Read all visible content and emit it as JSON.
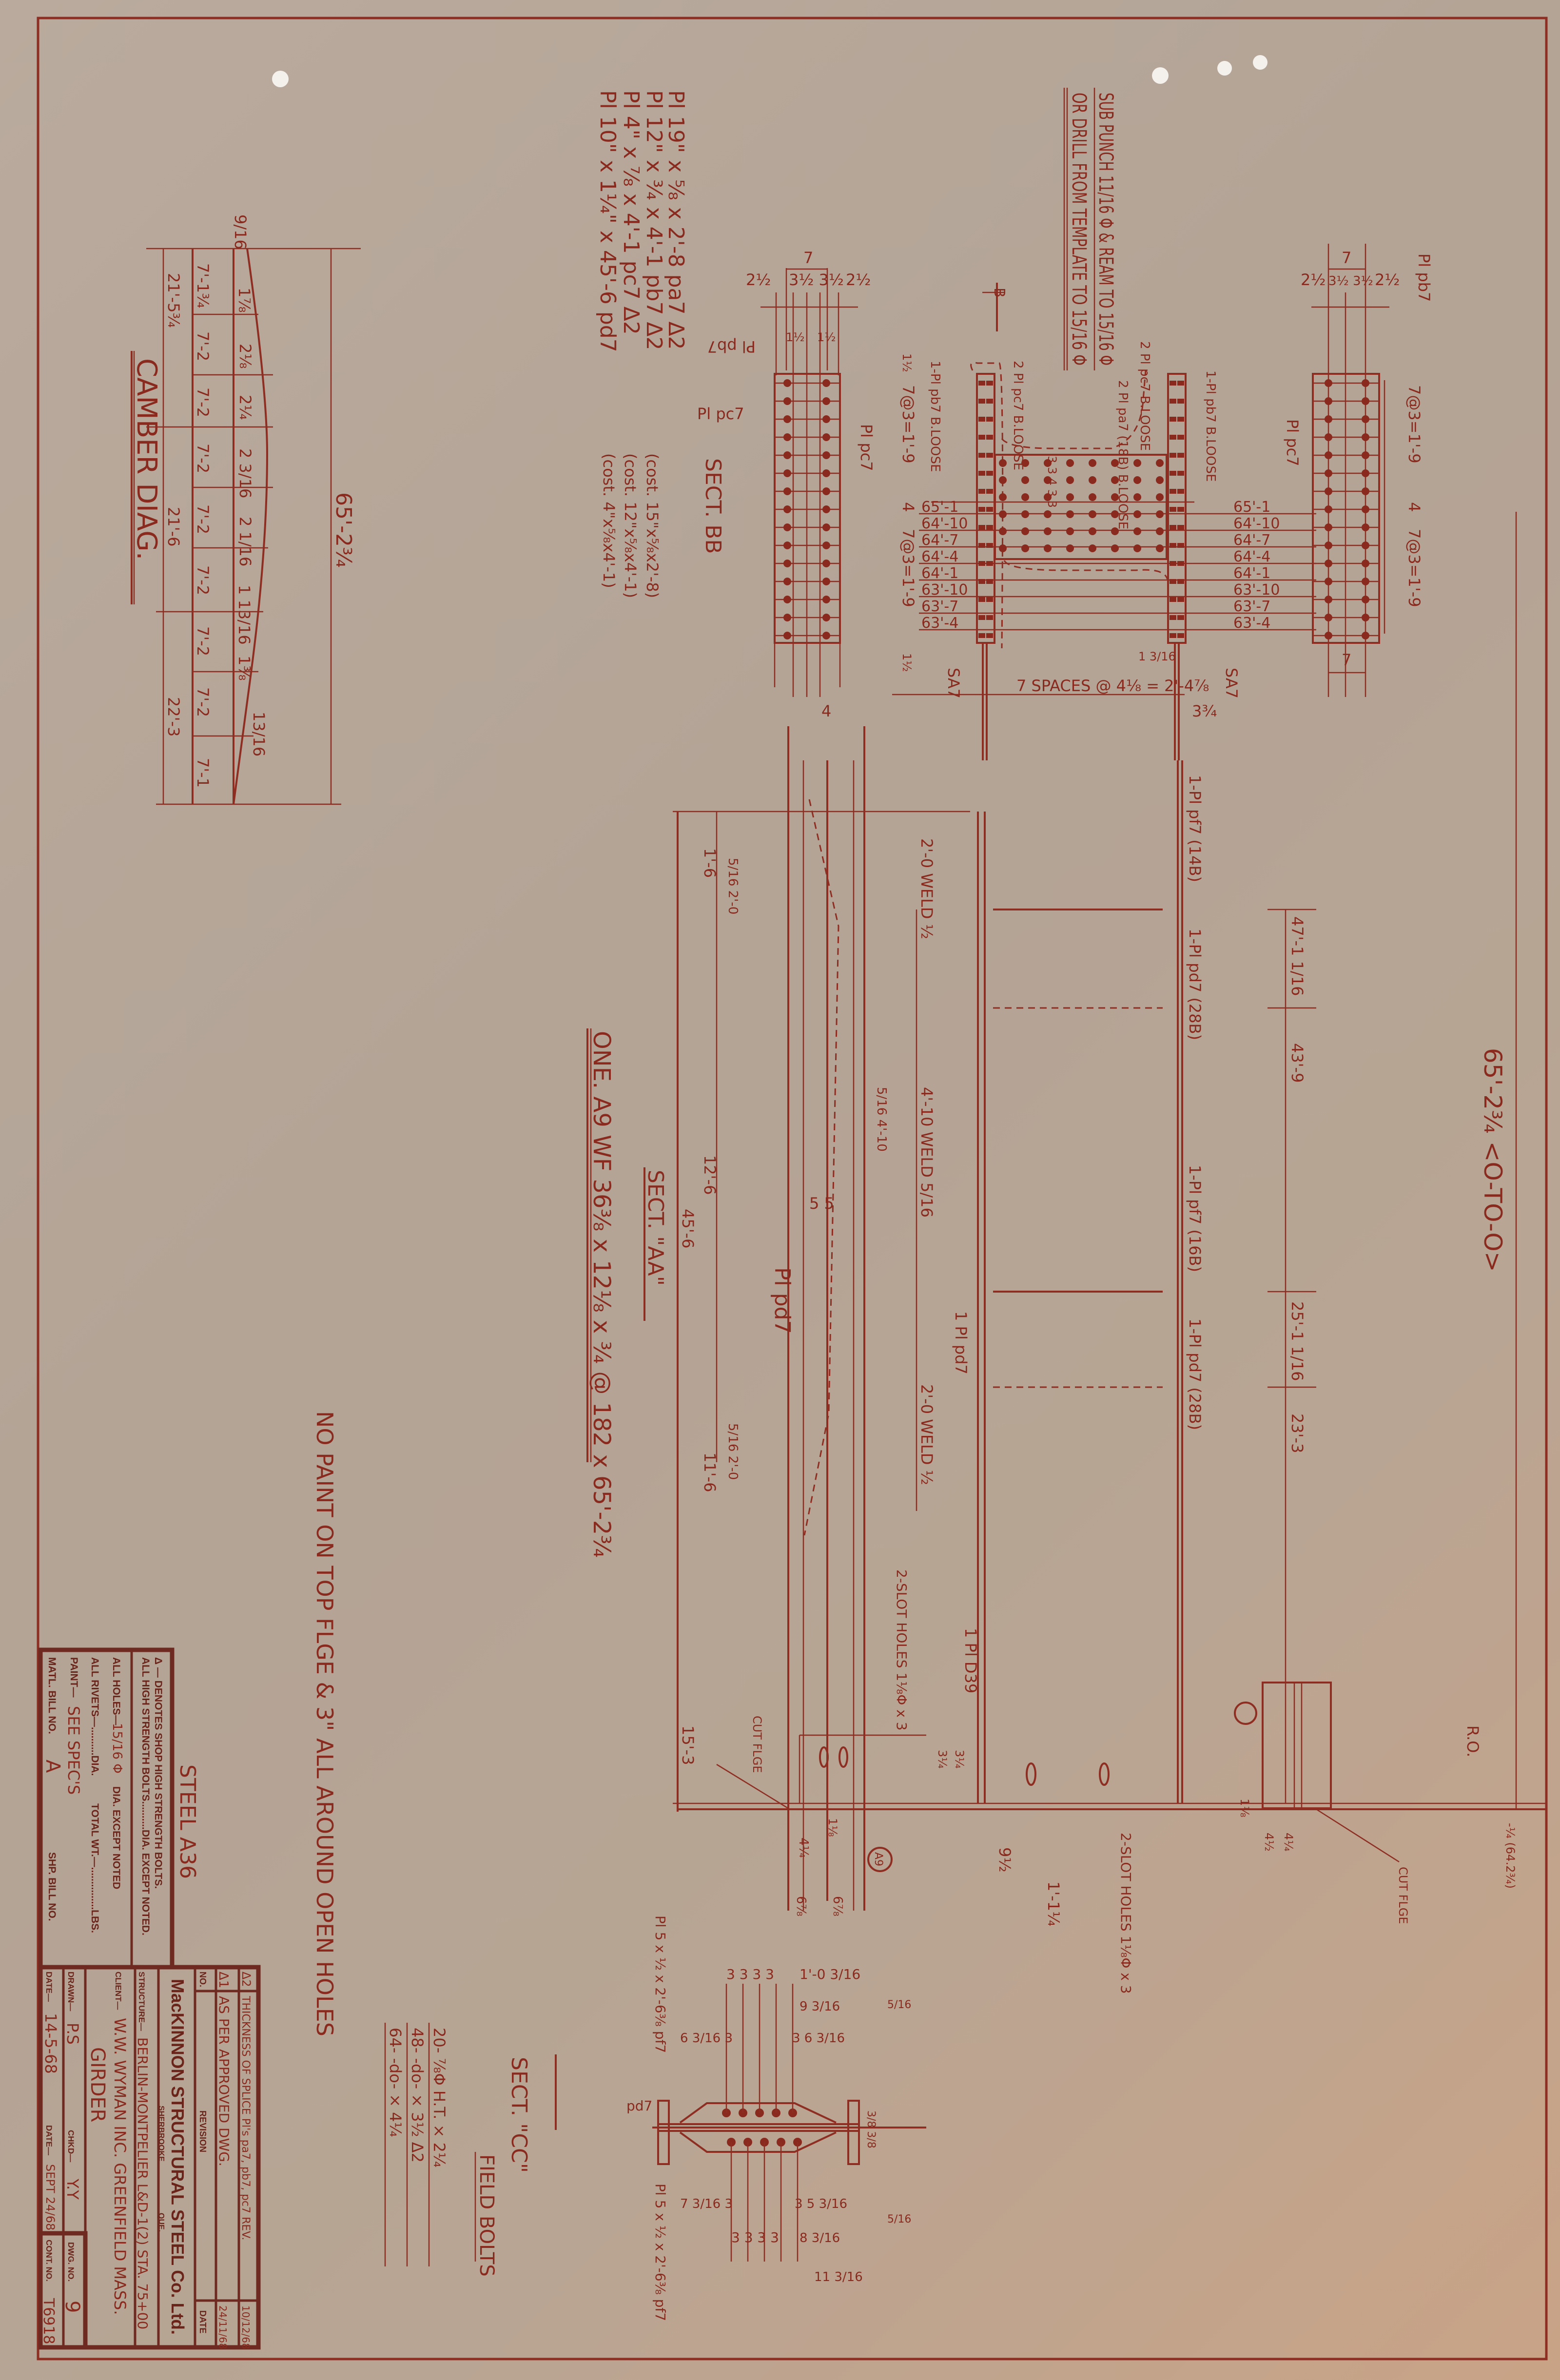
{
  "colors": {
    "paper": "#b9aa9d",
    "ink": "#8a2a1e",
    "title_block": "#6a241a"
  },
  "camber": {
    "title": "CAMBER DIAG.",
    "segments": [
      "7'-1¾",
      "7'-2",
      "7'-2",
      "7'-2",
      "7'-2",
      "7'-2",
      "7'-2",
      "7'-2",
      "7'-1"
    ],
    "ordinates": [
      "9/16",
      "1⅞",
      "2⅛",
      "2¼",
      "2 3/16",
      "2 1/16",
      "1 13/16",
      "1⅜",
      "13/16"
    ],
    "groups": [
      "21'-5¾",
      "21'-6",
      "22'-3"
    ],
    "total": "65'-2¾"
  },
  "plates": {
    "lines": [
      "Pl 19\" x ⅝ x 2'-8  pa7 Δ2",
      "Pl 12\" x ¾ x 4'-1  pb7 Δ2",
      "Pl 4\" x ⅞ x 4'-1  pc7 Δ2",
      "Pl 10\" x 1¼\" x 45'-6  pd7"
    ],
    "costs": [
      "(cost. 15\"x⅝x2'-8)",
      "(cost. 12\"x⅝x4'-1)",
      "(cost. 4\"x⅝x4'-1)"
    ]
  },
  "notes": {
    "punch_1": "SUB PUNCH 11/16 Φ & REAM TO 15/16 Φ",
    "punch_2": "OR DRILL FROM TEMPLATE TO 15/16 Φ",
    "no_paint": "NO PAINT ON TOP FLGE & 3\" ALL AROUND OPEN HOLES",
    "member": "ONE. A9  WF 36⅜ x 12⅛ x ¾ @ 182 x 65'-2¾",
    "overall": "65'-2¾ <O-TO-O>",
    "ro": "R.O."
  },
  "sections": {
    "bb": "SECT. BB",
    "aa": "SECT. \"AA\"",
    "cc": "SECT. \"CC\"",
    "b_mark": "B",
    "a_mark": "A"
  },
  "splice": {
    "dims_left": [
      "2½",
      "3½ 3½",
      "2½",
      "7",
      "1½",
      "1½"
    ],
    "pitch": [
      "7@3=1'-9",
      "4",
      "7@3=1'-9",
      "1½",
      "1½"
    ],
    "elevations": [
      "65'-1",
      "64'-10",
      "64'-7",
      "64'-4",
      "64'-1",
      "63'-10",
      "63'-7",
      "63'-4"
    ],
    "spaces": "7 SPACES @ 4⅛ = 2'-4⅞",
    "labels": [
      "Pl pb7",
      "Pl pc7",
      "1-Pl pb7 B.LOOSE",
      "2 Pl pc7 B.LOOSE",
      "2 Pl pa7 (18B) B.LOOSE",
      "2 Pl pc7 B.LOOSE",
      "1-Pl pb7 B.LOOSE",
      "Pl pc7",
      "Pl pc7",
      "Pl pb7",
      "SA7",
      "SA7",
      "3 3 4 3 3"
    ],
    "dims_right": [
      "2½",
      "3½ 3½",
      "2½",
      "7",
      "7@3=1'-9",
      "4",
      "7@3=1'-9",
      "7",
      "1 3/16",
      "3¾"
    ]
  },
  "elevation": {
    "stiffeners": [
      "1-Pl pf7 (14B)",
      "1-Pl pd7 (28B)",
      "1-Pl pf7 (16B)",
      "1-Pl pd7 (28B)"
    ],
    "right_dims": [
      "47'-1 1/16",
      "43'-9",
      "25'-1 1/16",
      "23'-3"
    ],
    "welds": [
      "2'-0 WELD ½",
      "4'-10 WELD 5/16",
      "2'-0 WELD ½",
      "5/16 4'-10",
      "5/16 2'-0",
      "5/16 2'-0"
    ],
    "left_dims": [
      "1'-6",
      "12'-6",
      "45'-6",
      "11'-6",
      "15'-3",
      "4",
      "5  5"
    ],
    "pd7": "Pl pd7",
    "pd7b": "1 Pl pd7",
    "slot_1": "2-SLOT HOLES 1⅛Φ x 3",
    "slot_2": "2-SLOT HOLES 1⅛Φ x 3",
    "d39": "1 Pl D39",
    "bottom_dims": [
      "9½",
      "1'-1¼",
      "4¼",
      "1⅛",
      "6⅞",
      "6⅞",
      "3¼",
      "3¼",
      "4½",
      "4¼",
      "1⅛"
    ],
    "cut_flge": [
      "CUT FLGE",
      "CUT FLGE"
    ],
    "tag": "A9",
    "datum": "-¼ (64.2¾)"
  },
  "sect_cc": {
    "plate_top": "Pl 5 x ½ x 2'-6⅜ pf7",
    "plate_bot": "Pl 5 x ½ x 2'-6⅜ pf7",
    "dims": [
      "3 3 3 3",
      "1'-0 3/16",
      "9 3/16",
      "3  6 3/16",
      "6 3/16  3",
      "7 3/16  3",
      "3  5 3/16",
      "3 3 3 3",
      "8 3/16",
      "11 3/16",
      "3/8 3/8",
      "5/16",
      "5/16"
    ],
    "pd7": "pd7"
  },
  "field_bolts": {
    "title": "FIELD BOLTS",
    "rows": [
      "20- ⅞Φ H.T. × 2¼",
      "48- -do- × 3½ Δ2",
      "64- -do- × 4¼"
    ]
  },
  "title_block": {
    "steel": "STEEL A36",
    "denotes": "Δ — DENOTES SHOP HIGH STRENGTH BOLTS.",
    "hs_bolts": "ALL HIGH STRENGTH BOLTS..........DIA. EXCEPT NOTED.",
    "holes_label": "ALL HOLES—",
    "holes_value": "15/16 Φ",
    "holes_suffix": "DIA. EXCEPT NOTED",
    "rivets": "ALL RIVETS—..........DIA.",
    "total_wt": "TOTAL WT.—...............LBS.",
    "paint_label": "PAINT—",
    "paint_value": "SEE SPEC'S",
    "matl_label": "MATL. BILL NO.",
    "matl_value": "A",
    "shp_label": "SHP. BILL NO.",
    "company": "MacKINNON STRUCTURAL STEEL Co. Ltd.",
    "city": "SHERBROOKE",
    "province": "QUE.",
    "structure_label": "STRUCTURE—",
    "structure_value": "BERLIN-MONTPELIER L&D-1(2) STA. 75+00",
    "client_label": "CLIENT—",
    "client_value": "W.W. WYMAN INC. GREENFIELD MASS.",
    "description": "GIRDER",
    "drawn_label": "DRAWN—",
    "drawn_value": "P.S",
    "chkd_label": "CHKD—",
    "chkd_value": "Y.Y",
    "date_label": "DATE—",
    "date_value": "14-5-68",
    "date2_label": "DATE—",
    "date2_value": "SEPT 24/68",
    "dwg_label": "DWG. NO.",
    "dwg_value": "9",
    "cont_label": "CONT. NO.",
    "cont_value": "T6918",
    "revision": {
      "header_no": "NO.",
      "header_revision": "REVISION",
      "header_date": "DATE",
      "rows": [
        {
          "no": "Δ1",
          "text": "AS PER APPROVED DWG.",
          "date": "24/11/68"
        },
        {
          "no": "Δ2",
          "text": "THICKNESS OF SPLICE Pl's pa7, pb7, pc7 REV.",
          "date": "10/12/68"
        }
      ]
    }
  }
}
